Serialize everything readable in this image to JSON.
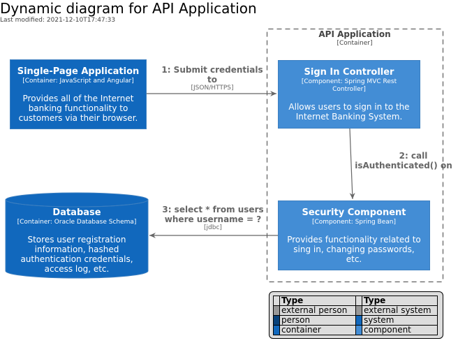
{
  "title": "Dynamic diagram for API Application",
  "last_modified": "Last modified: 2021-12-10T17:47:33",
  "boundary": {
    "name": "API Application",
    "tech": "[Container]"
  },
  "elements": {
    "spa": {
      "name": "Single-Page Application",
      "tech": "[Container: JavaScript and Angular]",
      "desc": [
        "Provides all of the Internet",
        "banking functionality to",
        "customers via their browser."
      ]
    },
    "signin": {
      "name": "Sign In Controller",
      "tech": [
        "[Component: Spring MVC Rest",
        "Controller]"
      ],
      "desc": [
        "Allows users to sign in to the",
        "Internet Banking System."
      ]
    },
    "security": {
      "name": "Security Component",
      "tech": "[Component: Spring Bean]",
      "desc": [
        "Provides functionality related to",
        "sing in, changing passwords,",
        "etc."
      ]
    },
    "database": {
      "name": "Database",
      "tech": "[Container: Oracle Database Schema]",
      "desc": [
        "Stores user registration",
        "information, hashed",
        "authentication credentials,",
        "access log, etc."
      ]
    }
  },
  "relations": [
    {
      "label": [
        "1: Submit credentials",
        "to"
      ],
      "tech": "[JSON/HTTPS]"
    },
    {
      "label": [
        "2: call",
        "isAuthenticated() on"
      ],
      "tech": ""
    },
    {
      "label": [
        "3: select * from users",
        "where username = ?"
      ],
      "tech": "[jdbc]"
    }
  ],
  "legend": {
    "header": [
      "Type",
      "Type"
    ],
    "rows": [
      {
        "left": {
          "label": "external person",
          "color": "#999999"
        },
        "right": {
          "label": "external system",
          "color": "#999999"
        }
      },
      {
        "left": {
          "label": "person",
          "color": "#08427b"
        },
        "right": {
          "label": "system",
          "color": "#1168bd"
        }
      },
      {
        "left": {
          "label": "container",
          "color": "#1168bd"
        },
        "right": {
          "label": "component",
          "color": "#438dd5"
        }
      }
    ]
  },
  "colors": {
    "container": "#1168bd",
    "component": "#438dd5",
    "arrow": "#666666",
    "boundary": "#444444"
  }
}
